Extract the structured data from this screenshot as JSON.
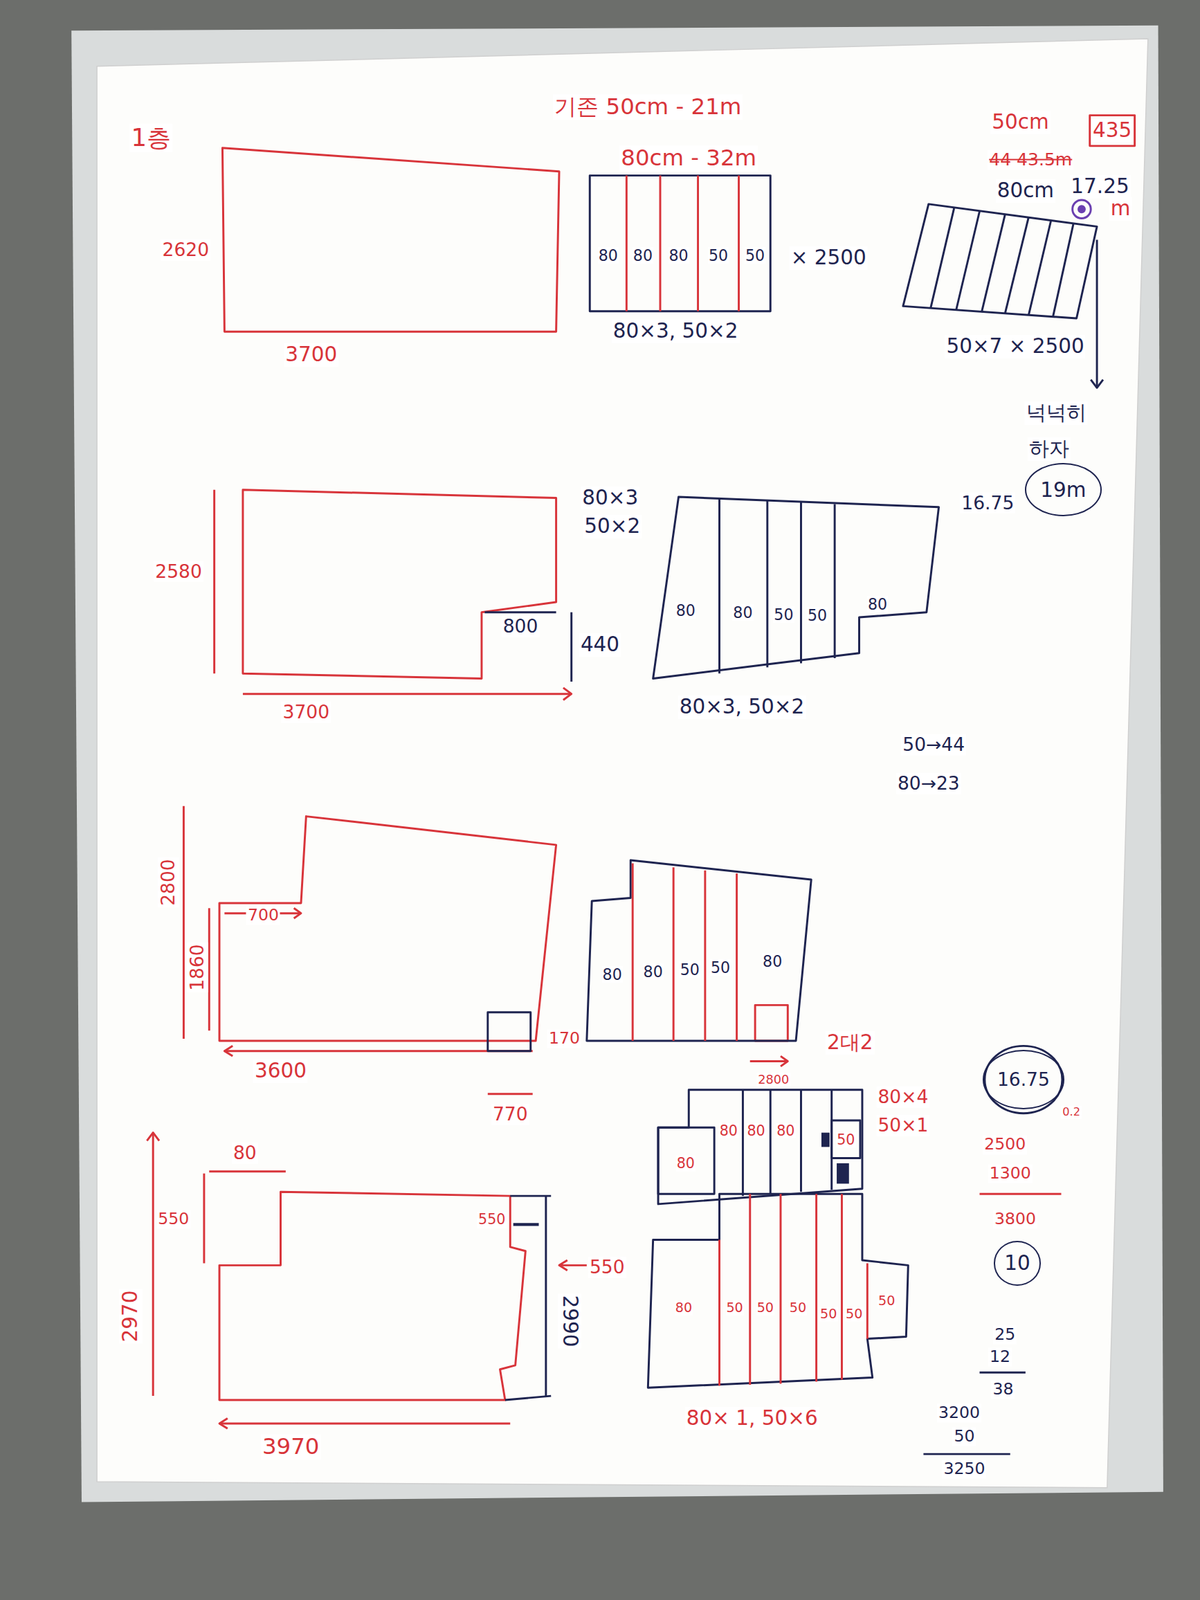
{
  "diagram": {
    "nodes": [
      {
        "text": [
          "80",
          "80",
          "80",
          "50",
          "50"
        ]
      },
      {
        "text": [
          "19m"
        ]
      },
      {
        "text": [
          "80",
          "80",
          "50",
          "50",
          "80"
        ]
      },
      {
        "text": [
          "80",
          "80",
          "50",
          "50",
          "80"
        ]
      },
      {
        "text": [
          "80",
          "80",
          "80",
          "80",
          "50"
        ]
      },
      {
        "text": [
          "80",
          "50",
          "50",
          "50",
          "50",
          "50",
          "50"
        ]
      },
      {
        "text": [
          "16.75"
        ]
      },
      {
        "text": [
          "10"
        ]
      }
    ],
    "labels": [
      "1층",
      "기존 50cm - 21m",
      "80cm - 32m",
      "50cm",
      "435",
      "44 43.5m",
      "80cm",
      "17.25",
      "m",
      "2620",
      "× 2500",
      "3700",
      "80×3, 50×2",
      "50×7 × 2500",
      "넉넉히",
      "하자",
      "16.75",
      "80×3",
      "50×2",
      "2580",
      "800",
      "440",
      "3700",
      "80×3, 50×2",
      "50→44",
      "80→23",
      "2800",
      "700",
      "1860",
      "170",
      "2대2",
      "3600",
      "2800",
      "770",
      "80×4",
      "50×1",
      "80",
      "550",
      "550",
      "550",
      "2970",
      "2990",
      "3970",
      "80× 1, 50×6",
      "0.2",
      "2500",
      "1300",
      "3800",
      "25",
      "12",
      "38",
      "3200",
      "50",
      "3250"
    ]
  }
}
